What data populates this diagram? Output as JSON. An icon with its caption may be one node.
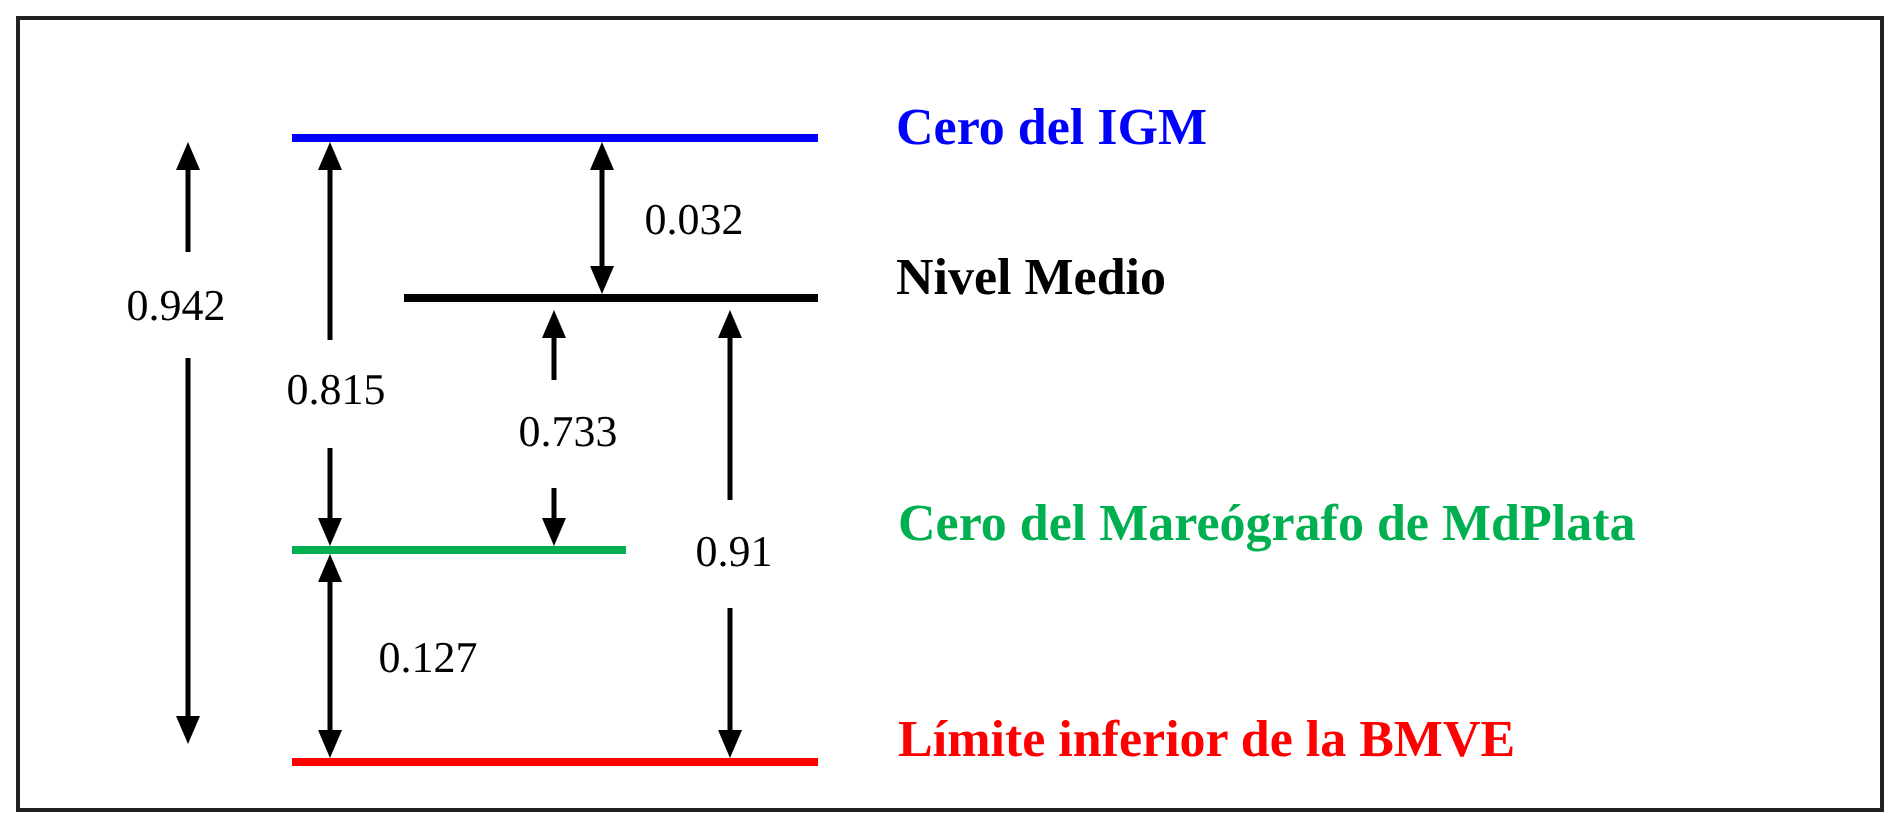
{
  "diagram": {
    "labels": [
      "Cero del IGM",
      "0.032",
      "Nivel Medio",
      "0.942",
      "0.815",
      "0.733",
      "Cero del Mareógrafo de MdPlata",
      "0.91",
      "0.127",
      "Límite inferior de la BMVE"
    ]
  }
}
